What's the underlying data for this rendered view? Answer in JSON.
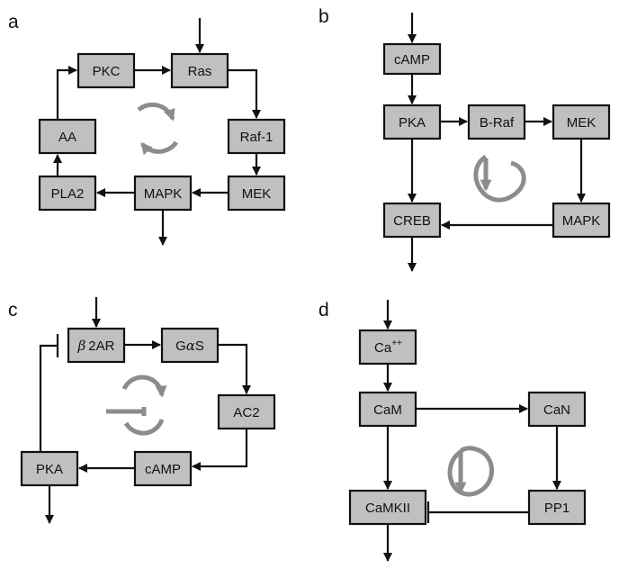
{
  "panels": [
    {
      "label": "a",
      "nodes": {
        "pkc": "PKC",
        "ras": "Ras",
        "raf1": "Raf-1",
        "mek": "MEK",
        "mapk": "MAPK",
        "pla2": "PLA2",
        "aa": "AA"
      }
    },
    {
      "label": "b",
      "nodes": {
        "camp": "cAMP",
        "pka": "PKA",
        "braf": "B-Raf",
        "mek": "MEK",
        "mapk": "MAPK",
        "creb": "CREB"
      }
    },
    {
      "label": "c",
      "nodes": {
        "b2ar_beta": "β",
        "b2ar_rest": "2AR",
        "gas_g": "G",
        "gas_alpha": "α",
        "gas_s": "S",
        "ac2": "AC2",
        "camp": "cAMP",
        "pka": "PKA"
      }
    },
    {
      "label": "d",
      "nodes": {
        "ca": "Ca",
        "ca_sup": "++",
        "cam": "CaM",
        "can": "CaN",
        "camkii": "CaMKII",
        "pp1": "PP1"
      }
    }
  ],
  "colors": {
    "node_fill": "#c0c0c0",
    "stroke": "#111111",
    "cycle_icon": "#8c8c8c"
  }
}
